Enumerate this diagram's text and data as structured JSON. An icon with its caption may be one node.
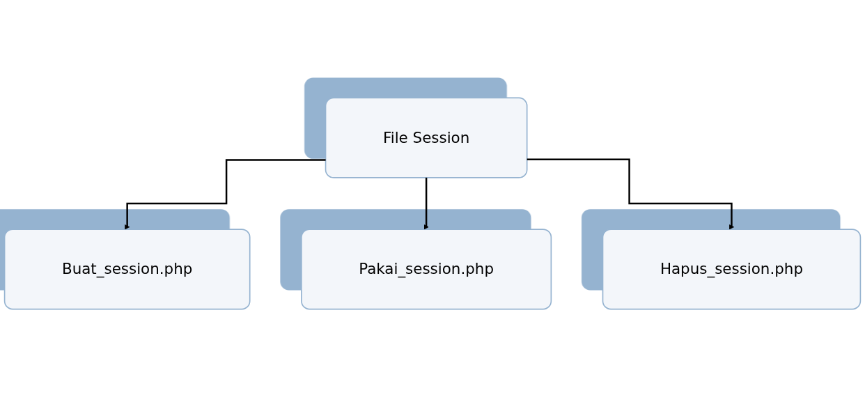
{
  "diagram": {
    "nodes": [
      {
        "text": [
          "File Session"
        ]
      },
      {
        "text": [
          "Buat_session.php"
        ]
      },
      {
        "text": [
          "Pakai_session.php"
        ]
      },
      {
        "text": [
          "Hapus_session.php"
        ]
      }
    ],
    "edges": [
      {
        "from": 0,
        "to": 1,
        "arrow": "to"
      },
      {
        "from": 0,
        "to": 2,
        "arrow": "to"
      },
      {
        "from": 0,
        "to": 3,
        "arrow": "to"
      }
    ]
  }
}
